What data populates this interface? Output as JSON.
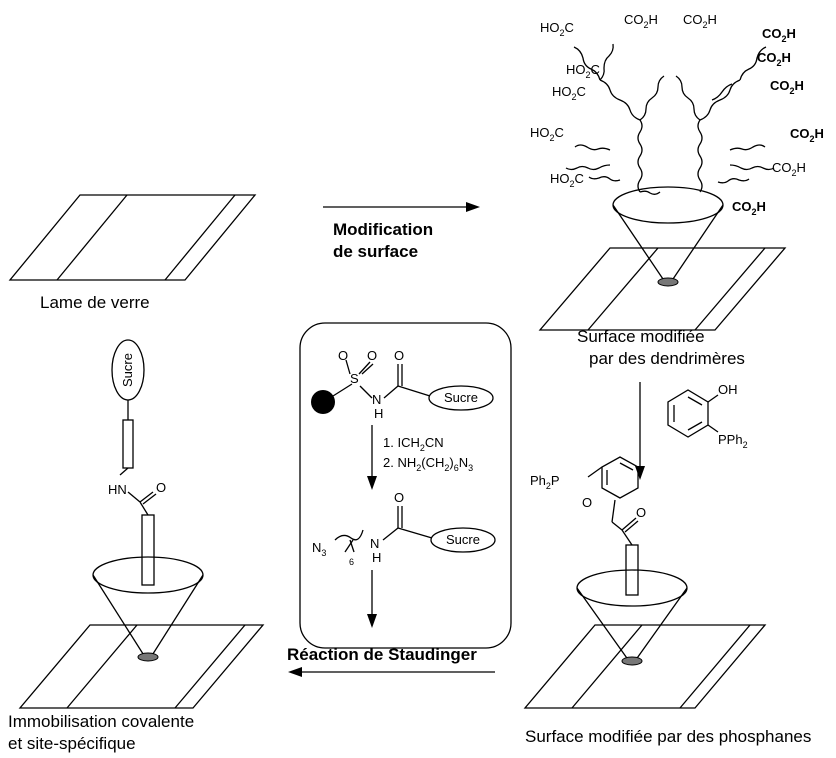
{
  "labels": {
    "glass_slide": "Lame de verre",
    "modification_line1": "Modification",
    "modification_line2": "de surface",
    "dendrimer_line1": "Surface modifiée",
    "dendrimer_line2": "par des dendrimères",
    "staudinger": "Réaction de Staudinger",
    "phosphane_surface": "Surface modifiée par des phosphanes",
    "immobilisation_line1": "Immobilisation covalente",
    "immobilisation_line2": "et site-spécifique"
  },
  "chem": {
    "sugar": "Sucre",
    "step1": "1. ICH",
    "step1_sub": "2",
    "step1_end": "CN",
    "step2": "2. NH",
    "step2_sub1": "2",
    "step2_mid": "(CH",
    "step2_sub2": "2",
    "step2_close": ")",
    "step2_sub3": "6",
    "step2_end": "N",
    "step2_sub4": "3",
    "sulfonyl_o1": "O",
    "sulfonyl_o2": "O",
    "sulfonyl_s": "S",
    "nh_n": "N",
    "nh_h": "H",
    "carbonyl_o": "O",
    "azide_n": "N",
    "azide_sub": "3",
    "chain_6": "6",
    "amide2_n": "N",
    "amide2_h": "H",
    "carbonyl2_o": "O",
    "hn": "HN",
    "o_final": "O",
    "oh": "OH",
    "pph2": "PPh",
    "pph2_sub": "2",
    "ph2p": "Ph",
    "ph2p_sub": "2",
    "ph2p_p": "P",
    "ester_o": "O",
    "ester_carbonyl": "O",
    "acid": "CO",
    "acid_sub": "2",
    "acid_h": "H",
    "acid_left": "HO",
    "acid_left_sub": "2",
    "acid_left_c": "C"
  }
}
